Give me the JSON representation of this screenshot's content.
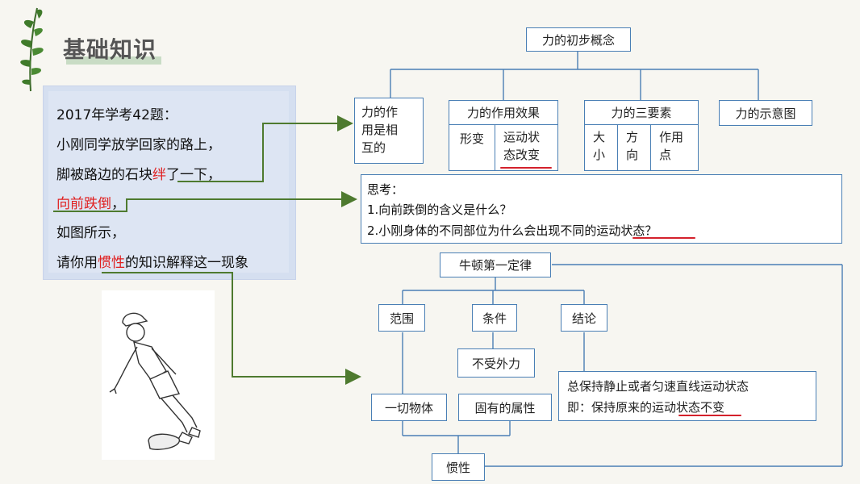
{
  "slide": {
    "title": "基础知识"
  },
  "question": {
    "lines": [
      "2017年学考42题：",
      "小刚同学放学回家的路上，",
      "脚被路边的石块",
      "了一下，",
      "，",
      "如图所示，",
      "请你用",
      "的知识解释这一现象"
    ],
    "highlight_ban": "绊",
    "highlight_fall": "向前跌倒",
    "highlight_inertia": "惯性"
  },
  "concept_map": {
    "root": "力的初步概念",
    "mutual": [
      "力的作",
      "用是相",
      "互的"
    ],
    "effect": {
      "title": "力的作用效果",
      "deform": "形变",
      "motion": [
        "运动状",
        "态改变"
      ]
    },
    "three_elements": {
      "title": "力的三要素",
      "size": [
        "大",
        "小"
      ],
      "direction": [
        "方",
        "向"
      ],
      "point": [
        "作用",
        "点"
      ]
    },
    "diagram": "力的示意图"
  },
  "think": {
    "heading": "思考：",
    "q1": "1.向前跌倒的含义是什么？",
    "q2_pre": "2.小刚身体的不同部位为什么会出现不同的",
    "q2_key": "运动状态",
    "q2_post": "？"
  },
  "newton": {
    "title": "牛顿第一定律",
    "scope": "范围",
    "condition": "条件",
    "conclusion": "结论",
    "no_force": "不受外力",
    "all_objects": "一切物体",
    "inherent": "固有的属性",
    "statement_1": "总保持静止或者匀速直线运动状态",
    "statement_2_pre": "即：保持原来的",
    "statement_2_key": "运动状态",
    "statement_2_post": "不变",
    "inertia": "惯性"
  },
  "colors": {
    "arrow_green": "#4e7a2f",
    "box_border": "#4a7fb5",
    "underline_red": "#d4212c",
    "question_bg": "#d5dff0"
  }
}
